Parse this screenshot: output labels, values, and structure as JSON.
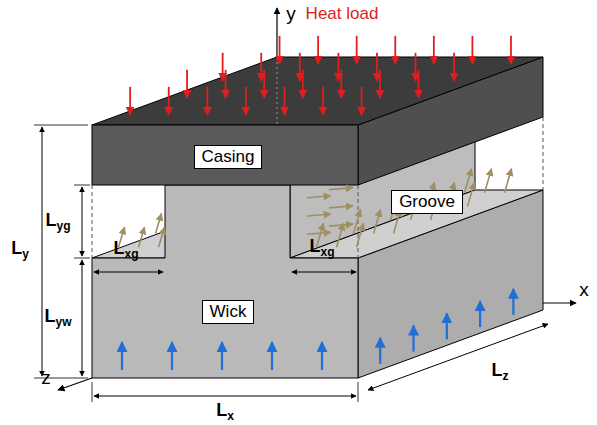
{
  "diagram": {
    "nodes": [
      {
        "text": [
          "Casing"
        ]
      },
      {
        "text": [
          "Groove"
        ]
      },
      {
        "text": [
          "Wick"
        ]
      }
    ],
    "labels": [
      "Heat load",
      "y",
      "Ly",
      "Lyg",
      "Lyw",
      "Lxg",
      "Lxg",
      "x",
      "z",
      "Lx",
      "Lz"
    ]
  }
}
